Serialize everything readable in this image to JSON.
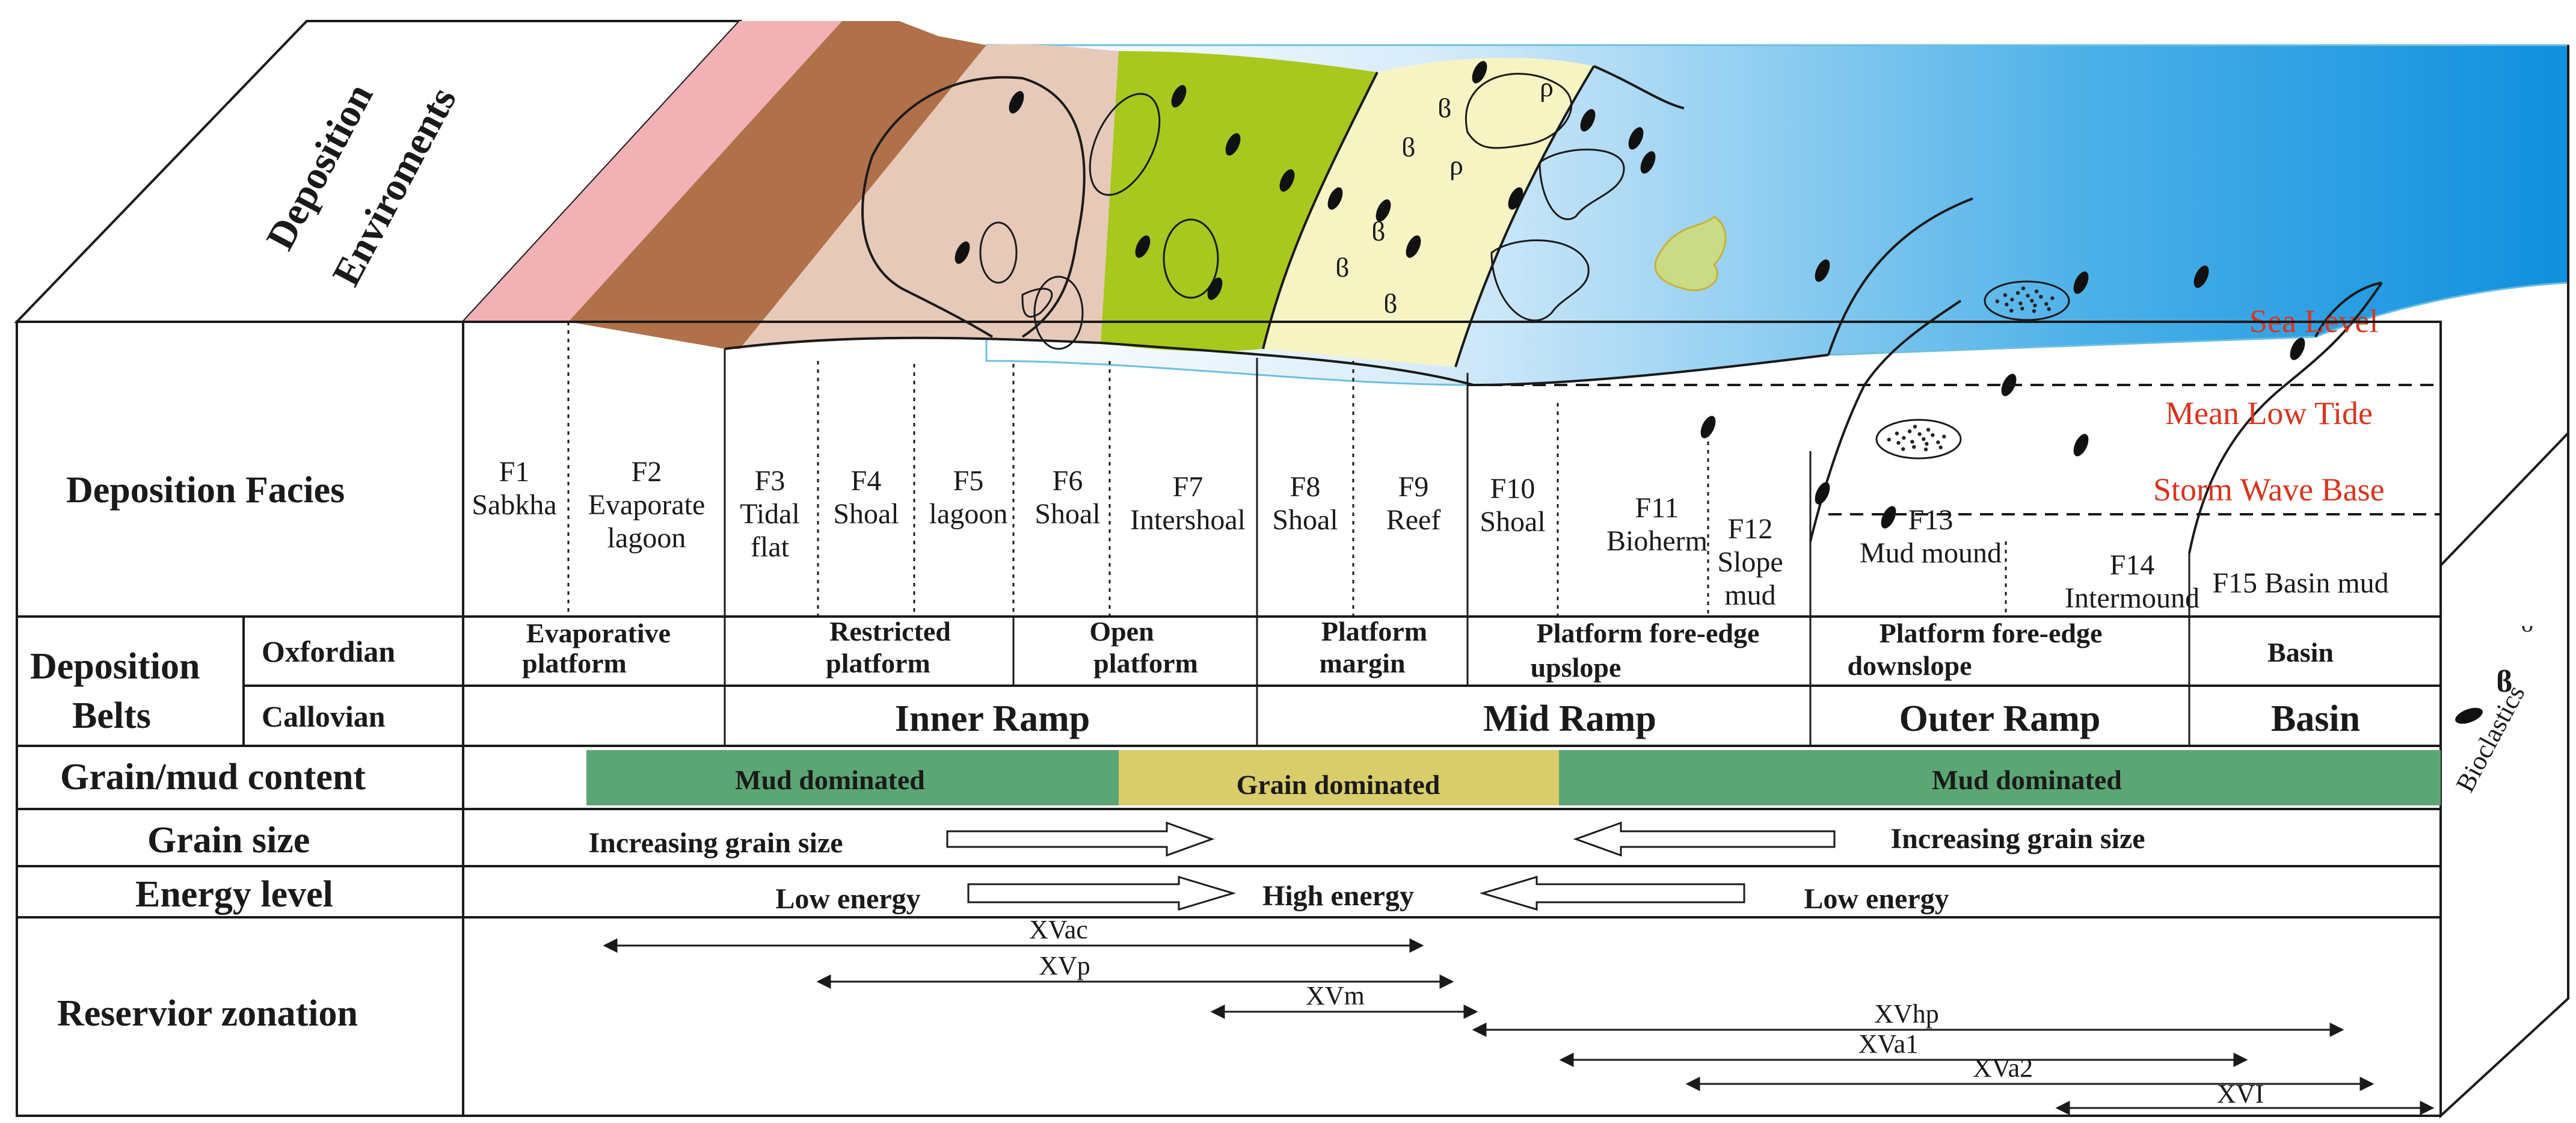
{
  "environments_label": [
    "Deposition",
    "Enviroments"
  ],
  "water_levels": [
    "Sea Level",
    "Mean Low Tide",
    "Storm Wave Base"
  ],
  "bioclastics_label": "Bioclastics",
  "row_labels": {
    "facies": "Deposition Facies",
    "belts": "Deposition",
    "belts2": "Belts",
    "oxfordian": "Oxfordian",
    "callovian": "Callovian",
    "grain_mud": "Grain/mud content",
    "grain_size": "Grain size",
    "energy": "Energy level",
    "reservoir": "Reservior zonation"
  },
  "facies": [
    {
      "code": "F1",
      "lines": [
        "Sabkha"
      ]
    },
    {
      "code": "F2",
      "lines": [
        "Evaporate",
        "lagoon"
      ]
    },
    {
      "code": "F3",
      "lines": [
        "Tidal",
        "flat"
      ]
    },
    {
      "code": "F4",
      "lines": [
        "Shoal"
      ]
    },
    {
      "code": "F5",
      "lines": [
        "lagoon"
      ]
    },
    {
      "code": "F6",
      "lines": [
        "Shoal"
      ]
    },
    {
      "code": "F7",
      "lines": [
        "Intershoal"
      ]
    },
    {
      "code": "F8",
      "lines": [
        "Shoal"
      ]
    },
    {
      "code": "F9",
      "lines": [
        "Reef"
      ]
    },
    {
      "code": "F10",
      "lines": [
        "Shoal"
      ]
    },
    {
      "code": "F11",
      "lines": [
        "Bioherm"
      ]
    },
    {
      "code": "F12",
      "lines": [
        "Slope",
        "mud"
      ]
    },
    {
      "code": "F13",
      "lines": [
        "Mud mound"
      ]
    },
    {
      "code": "F14",
      "lines": [
        "Intermound"
      ]
    },
    {
      "code": "F15",
      "lines": [
        "Basin mud"
      ]
    }
  ],
  "oxfordian_belts": [
    [
      "Evaporative",
      "platform"
    ],
    [
      "Restricted",
      "platform"
    ],
    [
      "Open",
      "platform"
    ],
    [
      "Platform",
      "margin"
    ],
    [
      "Platform fore-edge",
      "upslope"
    ],
    [
      "Platform fore-edge",
      "downslope"
    ],
    [
      "Basin"
    ]
  ],
  "callovian_belts": [
    "Inner Ramp",
    "Mid Ramp",
    "Outer Ramp",
    "Basin"
  ],
  "grain_mud": [
    "Mud dominated",
    "Grain dominated",
    "Mud dominated"
  ],
  "grain_size": [
    "Increasing grain size",
    "Increasing grain size"
  ],
  "energy": [
    "Low energy",
    "High energy",
    "Low energy"
  ],
  "zones": [
    "XVac",
    "XVp",
    "XVm",
    "XVhp",
    "XVa1",
    "XVa2",
    "XVI"
  ],
  "colors": {
    "sabkha": "#f2b1b4",
    "lagoon_brown": "#b07049",
    "tidal": "#e6c9b8",
    "open_green": "#a8c81e",
    "reef_cream": "#f7f4c4",
    "pink_lens": "#f2aab5",
    "shallow_water": "#d8ecf8",
    "deep_water": "#1a94de",
    "mud_band": "#5ba674",
    "grain_band": "#d8cd6a",
    "lens_fill": "#f5c28a",
    "green_blob": "#c9dc85"
  }
}
